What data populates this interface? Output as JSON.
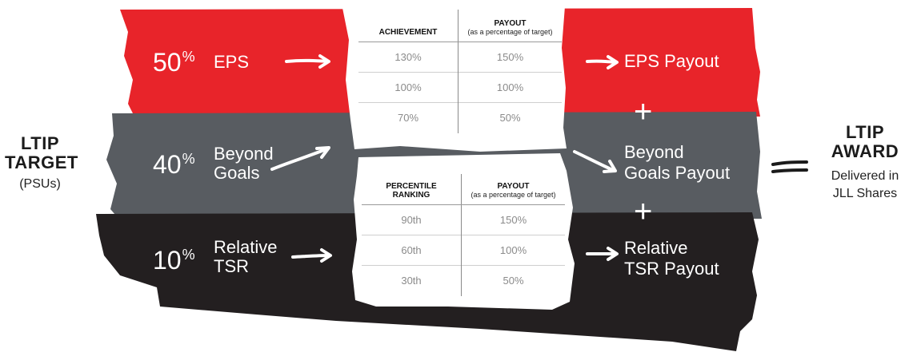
{
  "left": {
    "title_line1": "LTIP",
    "title_line2": "TARGET",
    "subtitle": "(PSUs)"
  },
  "right": {
    "title_line1": "LTIP",
    "title_line2": "AWARD",
    "sub_line1": "Delivered in",
    "sub_line2": "JLL Shares"
  },
  "rows": [
    {
      "percent": "50",
      "percent_symbol": "%",
      "metric_line1": "EPS",
      "metric_line2": "",
      "payout_line1": "EPS Payout",
      "payout_line2": "",
      "color": "#e8242a"
    },
    {
      "percent": "40",
      "percent_symbol": "%",
      "metric_line1": "Beyond",
      "metric_line2": "Goals",
      "payout_line1": "Beyond",
      "payout_line2": "Goals Payout",
      "color": "#585c61"
    },
    {
      "percent": "10",
      "percent_symbol": "%",
      "metric_line1": "Relative",
      "metric_line2": "TSR",
      "payout_line1": "Relative",
      "payout_line2": "TSR Payout",
      "color": "#231f20"
    }
  ],
  "eps_table": {
    "col1_header": "ACHIEVEMENT",
    "col2_header": "PAYOUT",
    "col2_subheader": "(as a percentage of target)",
    "rows": [
      [
        "130%",
        "150%"
      ],
      [
        "100%",
        "100%"
      ],
      [
        "70%",
        "50%"
      ]
    ]
  },
  "tsr_table": {
    "col1_header_line1": "PERCENTILE",
    "col1_header_line2": "RANKING",
    "col2_header": "PAYOUT",
    "col2_subheader": "(as a percentage of target)",
    "rows": [
      [
        "90th",
        "150%"
      ],
      [
        "60th",
        "100%"
      ],
      [
        "30th",
        "50%"
      ]
    ]
  },
  "symbols": {
    "plus": "+",
    "equals_icon": "equals-sign",
    "arrow_icon": "hand-drawn-arrow"
  }
}
